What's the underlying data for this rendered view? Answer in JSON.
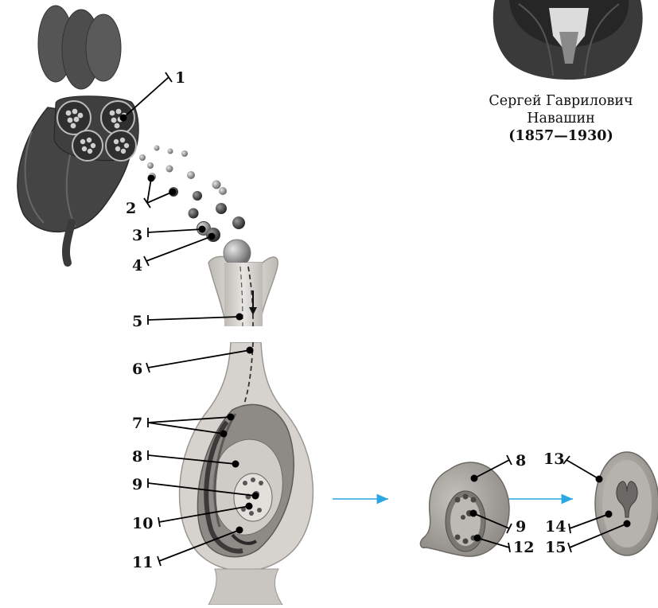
{
  "portrait": {
    "name_line1": "Сергей Гаврилович",
    "name_line2": "Навашин",
    "years": "(1857—1930)"
  },
  "labels": {
    "l1": "1",
    "l2": "2",
    "l3": "3",
    "l4": "4",
    "l5": "5",
    "l6": "6",
    "l7": "7",
    "l8": "8",
    "l9": "9",
    "l10": "10",
    "l11": "11",
    "r8": "8",
    "r9": "9",
    "r12": "12",
    "r13": "13",
    "r14": "14",
    "r15": "15"
  },
  "colors": {
    "anther": "#4b4b4b",
    "ovary": "#d3d0cb",
    "ovule": "#a9a6a2",
    "arrow": "#29a7e1"
  }
}
